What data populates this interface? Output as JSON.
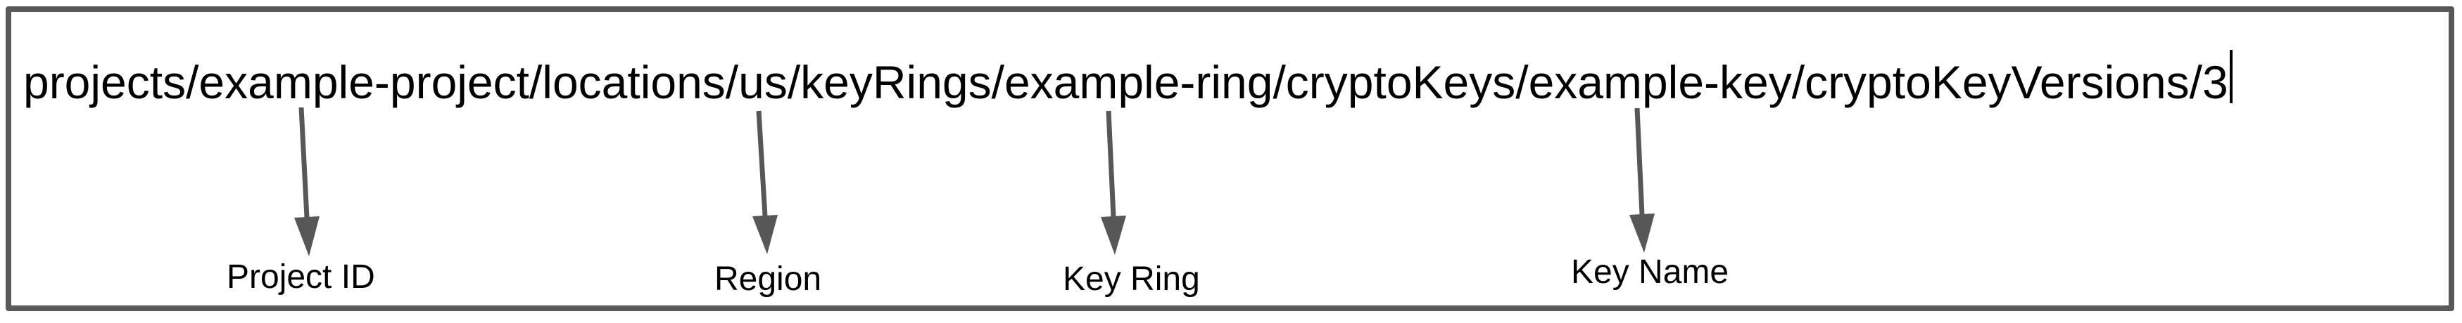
{
  "diagram": {
    "resource_path": "projects/example-project/locations/us/keyRings/example-ring/cryptoKeys/example-key/cryptoKeyVersions/3",
    "annotations": [
      {
        "label": "Project ID",
        "target_segment": "example-project"
      },
      {
        "label": "Region",
        "target_segment": "us"
      },
      {
        "label": "Key Ring",
        "target_segment": "example-ring"
      },
      {
        "label": "Key Name",
        "target_segment": "example-key"
      }
    ],
    "colors": {
      "frame_border": "#58595b",
      "arrow": "#575757",
      "text": "#000000"
    }
  }
}
